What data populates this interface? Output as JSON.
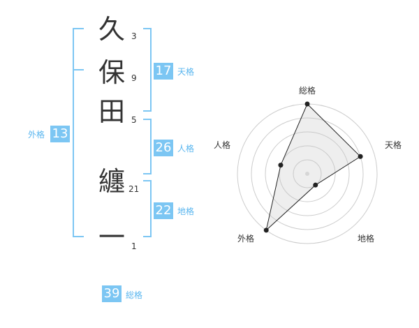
{
  "characters": [
    {
      "char": "久",
      "strokes": "3"
    },
    {
      "char": "保",
      "strokes": "9"
    },
    {
      "char": "田",
      "strokes": "5"
    },
    {
      "char": "纏",
      "strokes": "21"
    },
    {
      "char": "一",
      "strokes": "1"
    }
  ],
  "fortunes": {
    "tenkaku": {
      "value": "17",
      "label": "天格"
    },
    "jinkaku": {
      "value": "26",
      "label": "人格"
    },
    "chikaku": {
      "value": "22",
      "label": "地格"
    },
    "gaikaku": {
      "value": "13",
      "label": "外格"
    },
    "soukaku": {
      "value": "39",
      "label": "総格"
    }
  },
  "radar": {
    "axes": [
      "総格",
      "天格",
      "地格",
      "外格",
      "人格"
    ],
    "levels": [
      5,
      4,
      1,
      5,
      2
    ],
    "max_level": 5
  }
}
